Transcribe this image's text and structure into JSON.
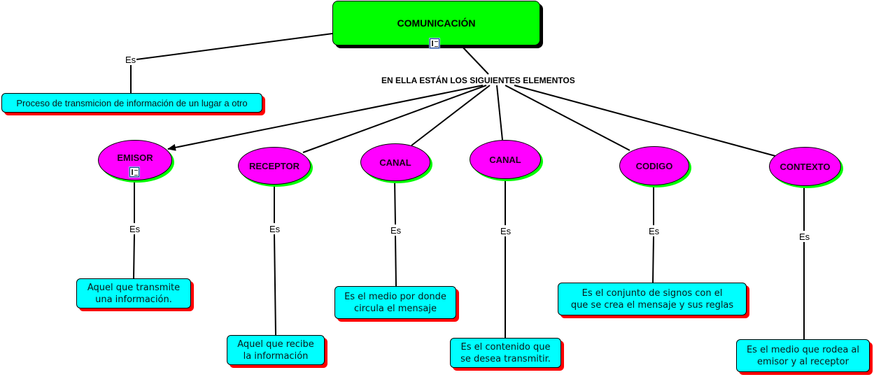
{
  "colors": {
    "root_fill": "#00ff00",
    "concept_fill": "#ff00ff",
    "concept_shadow": "#00ff00",
    "definition_fill": "#00ffff",
    "definition_shadow": "#ff0000",
    "line": "#000000"
  },
  "root": {
    "label": "COMUNICACIÓN",
    "icon": "document-icon"
  },
  "root_definition": {
    "link_label": "Es",
    "text": "Proceso de transmicion de información de un lugar a otro"
  },
  "connector": {
    "label": "EN ELLA ESTÁN LOS SIGUIENTES ELEMENTOS"
  },
  "elements": [
    {
      "label": "EMISOR",
      "link_label": "Es",
      "definition": "Aquel que transmite\nuna información.",
      "has_icon": true,
      "arrow": true
    },
    {
      "label": "RECEPTOR",
      "link_label": "Es",
      "definition": "Aquel que recibe\nla información"
    },
    {
      "label": "CANAL",
      "link_label": "Es",
      "definition": "Es el medio por donde\ncircula el mensaje"
    },
    {
      "label": "CANAL",
      "link_label": "Es",
      "definition": "Es el contenido que\nse desea transmitir."
    },
    {
      "label": "CODIGO",
      "link_label": "Es",
      "definition": "Es el conjunto de signos con el\nque se crea el mensaje y sus reglas"
    },
    {
      "label": "CONTEXTO",
      "link_label": "Es",
      "definition": "Es el medio que rodea al\nemisor y al receptor"
    }
  ]
}
